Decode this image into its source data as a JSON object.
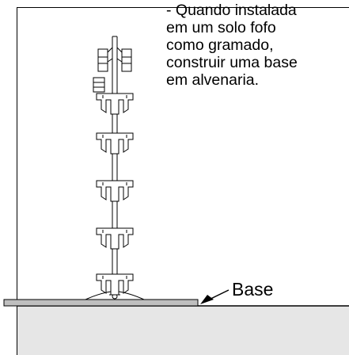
{
  "note": {
    "lines": [
      "- Quando instalada",
      "em um solo fofo",
      "como gramado,",
      "construir uma base",
      "em alvenaria."
    ]
  },
  "base_label": "Base",
  "colors": {
    "line": "#000000",
    "slab_fill": "#bfbfbf",
    "ground_fill": "#e6e6e6",
    "background": "#ffffff"
  }
}
